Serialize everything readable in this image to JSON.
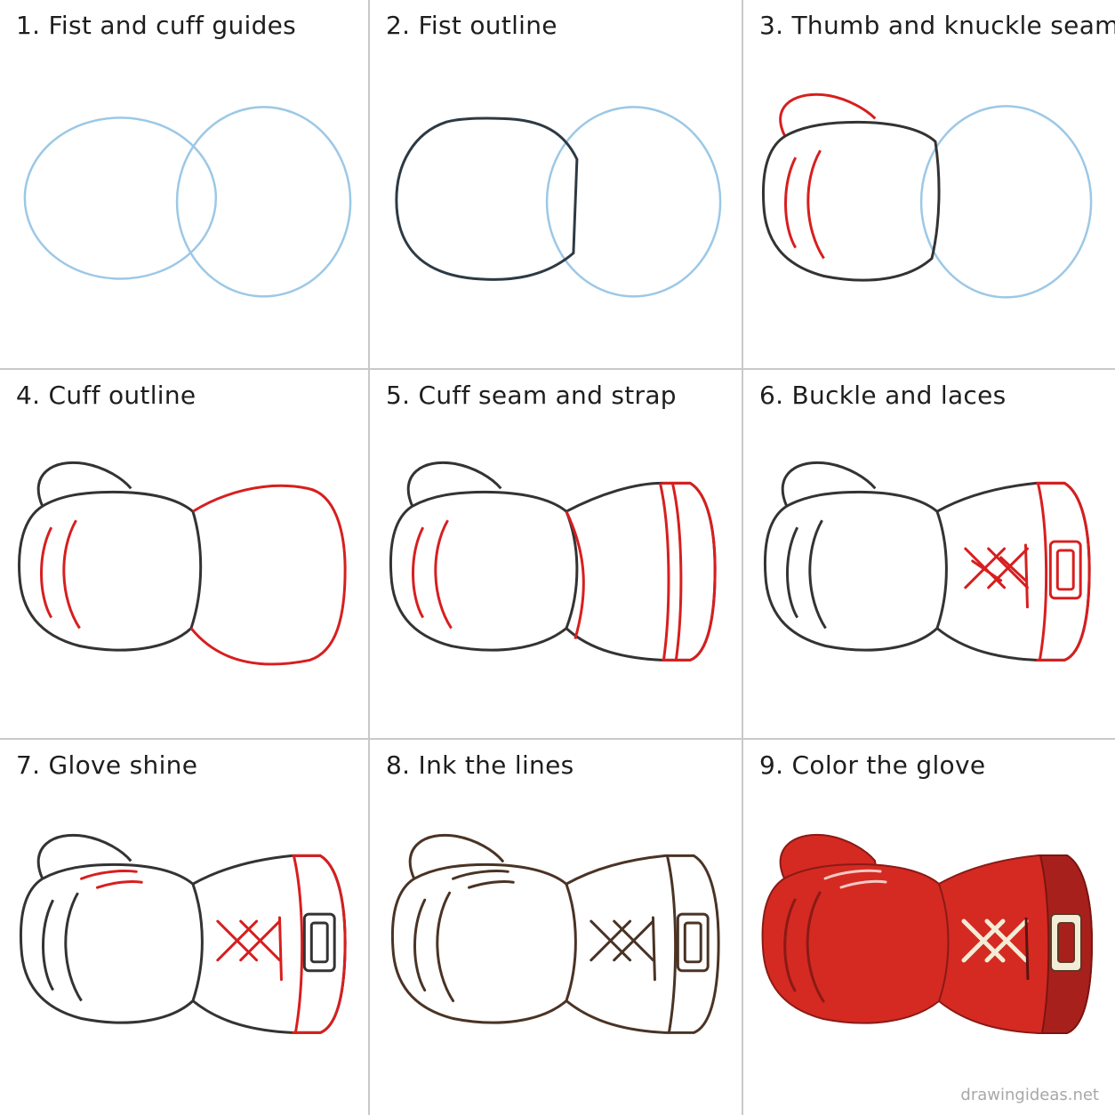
{
  "steps": [
    {
      "number": "1.",
      "title": "Fist and cuff guides"
    },
    {
      "number": "2.",
      "title": "Fist outline"
    },
    {
      "number": "3.",
      "title": "Thumb and knuckle seams"
    },
    {
      "number": "4.",
      "title": "Cuff outline"
    },
    {
      "number": "5.",
      "title": "Cuff seam and strap"
    },
    {
      "number": "6.",
      "title": "Buckle and laces"
    },
    {
      "number": "7.",
      "title": "Glove shine"
    },
    {
      "number": "8.",
      "title": "Ink the lines"
    },
    {
      "number": "9.",
      "title": "Color the glove"
    }
  ],
  "watermark": "drawingideas.net",
  "colors": {
    "guide": "#9cc8e6",
    "pencil": "#333333",
    "new_line": "#d81e1e",
    "ink": "#4a3325",
    "glove_red": "#d42a22",
    "glove_dark": "#a8201c",
    "lace": "#f3ecd6"
  }
}
